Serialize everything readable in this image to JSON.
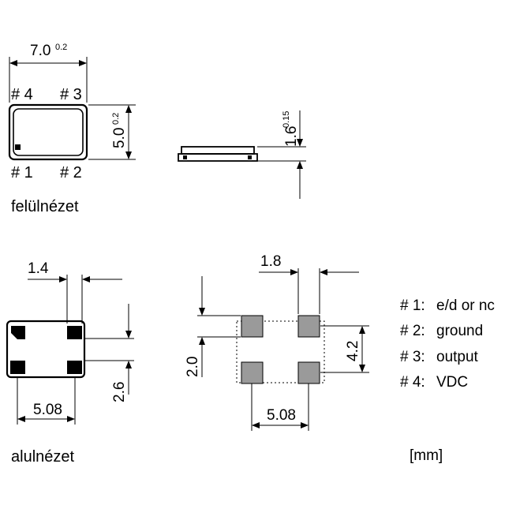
{
  "top_view": {
    "width_value": "7.0",
    "width_tolerance": "0.2",
    "height_value": "5.0",
    "height_tolerance": "0.2",
    "pin_labels": {
      "p1": "# 1",
      "p2": "# 2",
      "p3": "# 3",
      "p4": "# 4"
    },
    "caption": "felülnézet"
  },
  "side_view": {
    "thickness_value": "1.6",
    "thickness_tolerance": "0.15"
  },
  "bottom_view": {
    "pad_width": "1.4",
    "pitch_x": "5.08",
    "pad_offset": "2.6",
    "caption": "alulnézet"
  },
  "footprint": {
    "pad_width": "1.8",
    "pad_height": "2.0",
    "pitch_y": "4.2",
    "pitch_x": "5.08"
  },
  "legend": [
    {
      "pin": "# 1:",
      "function": "e/d or nc"
    },
    {
      "pin": "# 2:",
      "function": "ground"
    },
    {
      "pin": "# 3:",
      "function": "output"
    },
    {
      "pin": "# 4:",
      "function": "VDC"
    }
  ],
  "units": "[mm]",
  "colors": {
    "pad_fill": "#9a9a9a",
    "ink": "#000000"
  }
}
